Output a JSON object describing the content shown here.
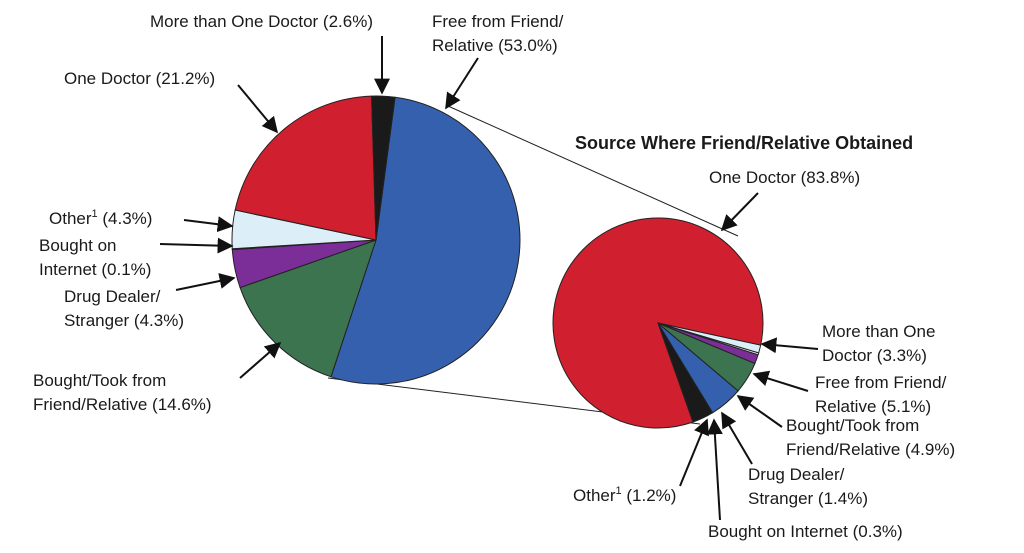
{
  "colors": {
    "red": "#d01f2e",
    "blue": "#3560ad",
    "green": "#3d7450",
    "purple": "#7b2d98",
    "lightblue": "#dceef7",
    "black": "#1a1a1a",
    "white": "#ffffff"
  },
  "chart_data": [
    {
      "type": "pie",
      "title": "",
      "slices": [
        {
          "label": "Free from Friend/Relative",
          "value": 53.0,
          "color": "blue"
        },
        {
          "label": "Bought/Took from Friend/Relative",
          "value": 14.6,
          "color": "green"
        },
        {
          "label": "Drug Dealer/Stranger",
          "value": 4.3,
          "color": "purple"
        },
        {
          "label": "Bought on Internet",
          "value": 0.1,
          "color": "white"
        },
        {
          "label": "Other",
          "value": 4.3,
          "color": "lightblue"
        },
        {
          "label": "One Doctor",
          "value": 21.2,
          "color": "red"
        },
        {
          "label": "More than One Doctor",
          "value": 2.6,
          "color": "black"
        }
      ]
    },
    {
      "type": "pie",
      "title": "Source Where Friend/Relative Obtained",
      "slices": [
        {
          "label": "One Doctor",
          "value": 83.8,
          "color": "red"
        },
        {
          "label": "More than One Doctor",
          "value": 3.3,
          "color": "black"
        },
        {
          "label": "Free from Friend/Relative",
          "value": 5.1,
          "color": "blue"
        },
        {
          "label": "Bought/Took from Friend/Relative",
          "value": 4.9,
          "color": "green"
        },
        {
          "label": "Drug Dealer/Stranger",
          "value": 1.4,
          "color": "purple"
        },
        {
          "label": "Bought on Internet",
          "value": 0.3,
          "color": "white"
        },
        {
          "label": "Other",
          "value": 1.2,
          "color": "lightblue"
        }
      ]
    }
  ],
  "labels": {
    "main": {
      "more_than_one_doctor": "More than One Doctor (2.6%)",
      "free_line1": "Free from Friend/",
      "free_line2": "Relative (53.0%)",
      "one_doctor": "One Doctor (21.2%)",
      "other_text": "Other",
      "other_sup": "1",
      "other_value": " (4.3%)",
      "internet_line1": "Bought on",
      "internet_line2": "Internet (0.1%)",
      "dealer_line1": "Drug Dealer/",
      "dealer_line2": "Stranger (4.3%)",
      "bought_line1": "Bought/Took from",
      "bought_line2": "Friend/Relative (14.6%)"
    },
    "secondary": {
      "one_doctor": "One Doctor (83.8%)",
      "more_line1": "More than One",
      "more_line2": "Doctor (3.3%)",
      "free_line1": "Free from Friend/",
      "free_line2": "Relative (5.1%)",
      "bought_line1": "Bought/Took from",
      "bought_line2": "Friend/Relative (4.9%)",
      "dealer_line1": "Drug Dealer/",
      "dealer_line2": "Stranger (1.4%)",
      "other_text": "Other",
      "other_sup": "1",
      "other_value": " (1.2%)",
      "internet": "Bought on Internet (0.3%)"
    }
  }
}
